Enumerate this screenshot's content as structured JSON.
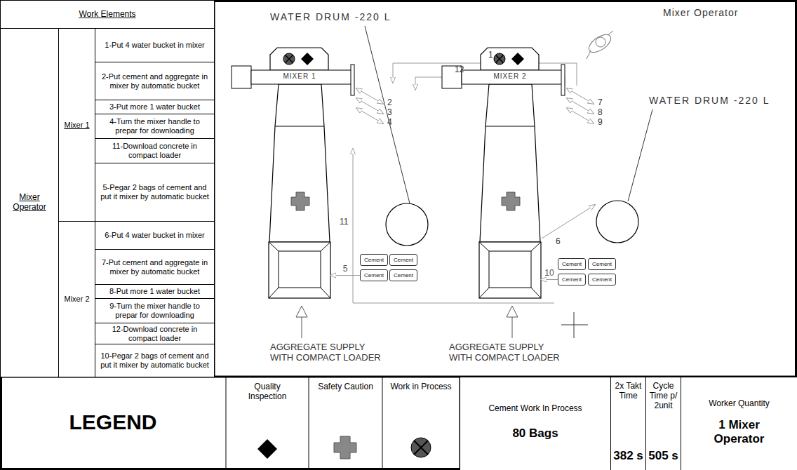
{
  "diagram": {
    "nodes": [
      {
        "text": [
          "Work Elements"
        ]
      },
      {
        "text": [
          "Mixer Operator"
        ]
      },
      {
        "text": [
          "Mixer 1"
        ]
      },
      {
        "text": [
          "1-Put 4 water bucket in mixer"
        ]
      },
      {
        "text": [
          "2-Put cement and aggregate in mixer by automatic bucket"
        ]
      },
      {
        "text": [
          "3-Put more 1 water bucket"
        ]
      },
      {
        "text": [
          "4-Turn the mixer handle to prepar for downloading"
        ]
      },
      {
        "text": [
          "11-Download concrete in compact loader"
        ]
      },
      {
        "text": [
          "5-Pegar 2 bags of cement and put it mixer by automatic bucket"
        ]
      },
      {
        "text": [
          "Mixer 2"
        ]
      },
      {
        "text": [
          "6-Put 4 water bucket in mixer"
        ]
      },
      {
        "text": [
          "7-Put cement and aggregate in mixer by automatic bucket"
        ]
      },
      {
        "text": [
          "8-Put more 1 water bucket"
        ]
      },
      {
        "text": [
          "9-Turn the mixer handle to prepar for downloading"
        ]
      },
      {
        "text": [
          "12-Download concrete in compact loader"
        ]
      },
      {
        "text": [
          "10-Pegar 2 bags of cement and put it mixer by automatic bucket"
        ]
      },
      {
        "text": [
          "MIXER 1"
        ]
      },
      {
        "text": [
          "MIXER 2"
        ]
      },
      {
        "text": [
          "Cement"
        ]
      },
      {
        "text": [
          "Cement"
        ]
      },
      {
        "text": [
          "Cement"
        ]
      },
      {
        "text": [
          "Cement"
        ]
      },
      {
        "text": [
          "Cement"
        ]
      },
      {
        "text": [
          "Cement"
        ]
      },
      {
        "text": [
          "Cement"
        ]
      },
      {
        "text": [
          "Cement"
        ]
      },
      {
        "text": [
          "Cement Work In Process",
          "80 Bags"
        ]
      },
      {
        "text": [
          "2x Takt Time",
          "382 s"
        ]
      },
      {
        "text": [
          "Cycle Time p/ 2unit",
          "505 s"
        ]
      },
      {
        "text": [
          "Worker Quantity",
          "1 Mixer Operator"
        ]
      }
    ],
    "edges": [
      {
        "from": 20,
        "to": 16,
        "label": "5",
        "arrow": "to"
      },
      {
        "from": 24,
        "to": 17,
        "label": "10",
        "arrow": "to"
      }
    ],
    "labels": [
      "WATER DRUM -220 L",
      "Mixer Operator",
      "WATER DRUM -220 L",
      "1",
      "12",
      "2",
      "3",
      "4",
      "7",
      "8",
      "9",
      "11",
      "6",
      "AGGREGATE SUPPLY WITH COMPACT LOADER",
      "AGGREGATE SUPPLY WITH COMPACT LOADER",
      "LEGEND"
    ],
    "legend": [
      {
        "text": "Quality Inspection"
      },
      {
        "text": "Safety Caution"
      },
      {
        "text": "Work in Process"
      }
    ]
  }
}
